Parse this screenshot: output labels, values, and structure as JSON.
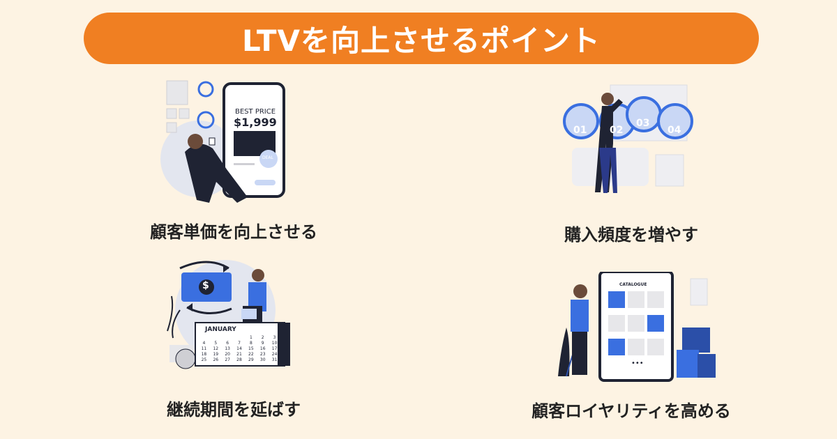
{
  "banner": {
    "title": "LTVを向上させるポイント"
  },
  "items": [
    {
      "label": "顧客単価を向上させる",
      "phone": {
        "line1": "BEST PRICE",
        "line2": "$1,999",
        "badge": "DEAL"
      }
    },
    {
      "label": "購入頻度を増やす",
      "steps": [
        "01",
        "02",
        "03",
        "04"
      ]
    },
    {
      "label": "継続期間を延ばす",
      "calendar": {
        "month": "JANUARY",
        "days": [
          "1",
          "2",
          "3",
          "4",
          "5",
          "6",
          "7",
          "8",
          "9",
          "10",
          "11",
          "12",
          "13",
          "14",
          "15",
          "16",
          "17",
          "18",
          "19",
          "20",
          "21",
          "22",
          "23",
          "24",
          "25",
          "26",
          "27",
          "28",
          "29",
          "30",
          "31"
        ]
      },
      "currency_symbol": "$"
    },
    {
      "label": "顧客ロイヤリティを高める",
      "tablet": {
        "title": "CATALOGUE",
        "dots": "•••"
      }
    }
  ],
  "colors": {
    "background": "#fdf3e3",
    "banner": "#f07f22",
    "accent_blue": "#3a6fe0",
    "dark": "#1f2333"
  }
}
